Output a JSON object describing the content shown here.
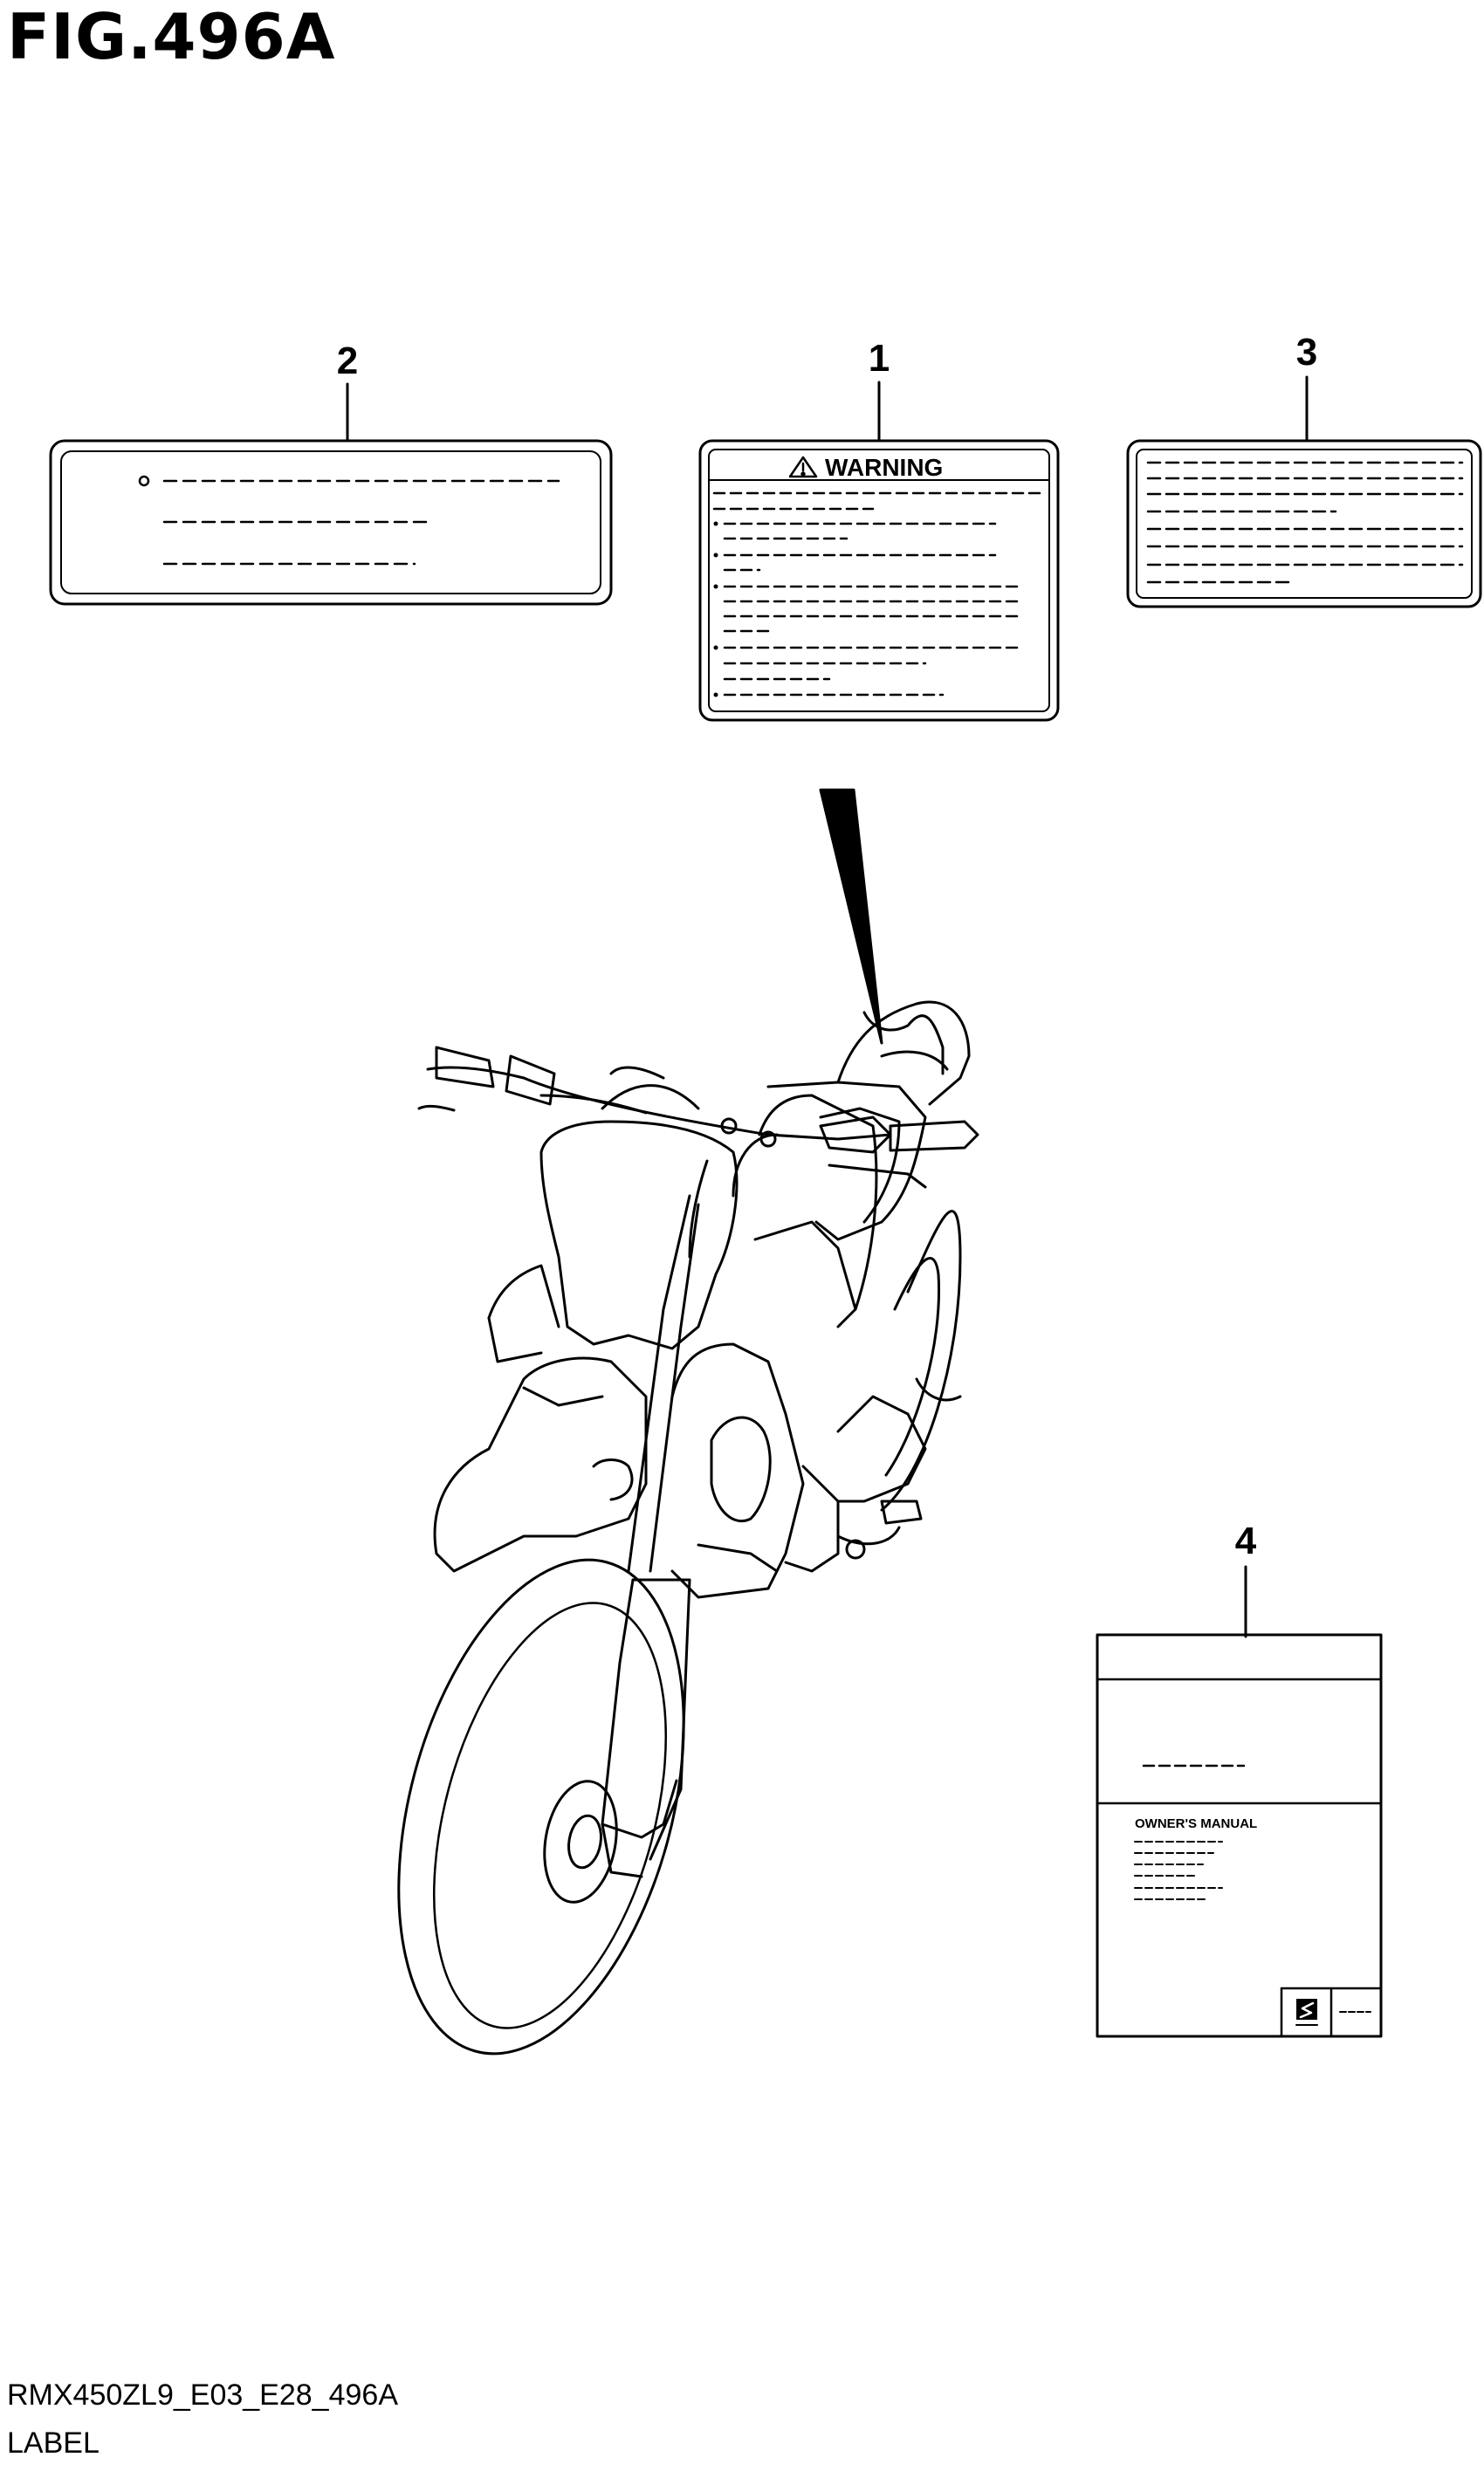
{
  "figure": {
    "title": "FIG.496A",
    "code": "RMX450ZL9_E03_E28_496A",
    "caption": "LABEL"
  },
  "callouts": {
    "c1": "1",
    "c2": "2",
    "c3": "3",
    "c4": "4"
  },
  "label_1": {
    "header": "WARNING",
    "header_icon": "warning-triangle-icon"
  },
  "label_4": {
    "manual_title": "OWNER'S MANUAL",
    "brand_icon": "suzuki-s-logo-icon"
  },
  "colors": {
    "line": "#000000",
    "background": "#ffffff"
  }
}
